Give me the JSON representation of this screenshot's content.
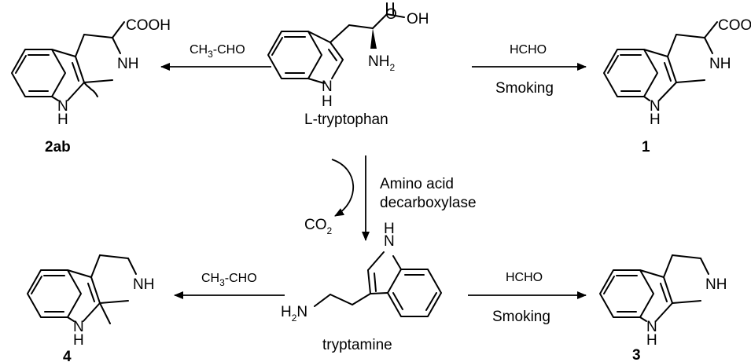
{
  "compounds": {
    "tryptophan": {
      "name": "L-tryptophan",
      "oh": "OH",
      "o": "O",
      "nh2": "NH",
      "nh2_sub": "2",
      "nh": "N",
      "h": "H"
    },
    "tryptamine": {
      "name": "tryptamine",
      "h2n_pre": "H",
      "h2n_sub": "2",
      "h2n_post": "N",
      "nh": "N",
      "h": "H"
    },
    "c1": {
      "label": "1",
      "cooh": "COOH",
      "nh": "NH",
      "n": "N",
      "h": "H"
    },
    "c2ab": {
      "label": "2ab",
      "cooh": "COOH",
      "nh": "NH",
      "n": "N",
      "h": "H"
    },
    "c3": {
      "label": "3",
      "nh": "NH",
      "n": "N",
      "h": "H"
    },
    "c4": {
      "label": "4",
      "nh": "NH",
      "n": "N",
      "h": "H"
    }
  },
  "reactions": {
    "tryptophan_to_1": {
      "reagent": "HCHO",
      "condition": "Smoking"
    },
    "tryptophan_to_2ab": {
      "reagent_pre": "CH",
      "reagent_sub": "3",
      "reagent_post": "-CHO"
    },
    "decarboxylation": {
      "enzyme_line1": "Amino acid",
      "enzyme_line2": "decarboxylase",
      "byproduct": "CO",
      "byproduct_sub": "2"
    },
    "tryptamine_to_3": {
      "reagent": "HCHO",
      "condition": "Smoking"
    },
    "tryptamine_to_4": {
      "reagent_pre": "CH",
      "reagent_sub": "3",
      "reagent_post": "-CHO"
    }
  }
}
